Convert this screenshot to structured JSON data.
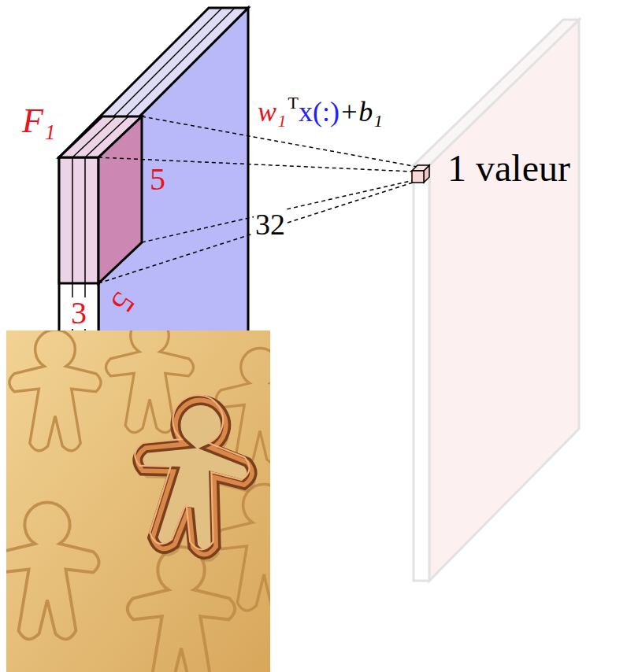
{
  "diagram": {
    "labels": [
      "F₁",
      "w₁",
      "T",
      "x(:)",
      "+b₁",
      "5",
      "1 valeur",
      "32",
      "5",
      "3"
    ]
  }
}
